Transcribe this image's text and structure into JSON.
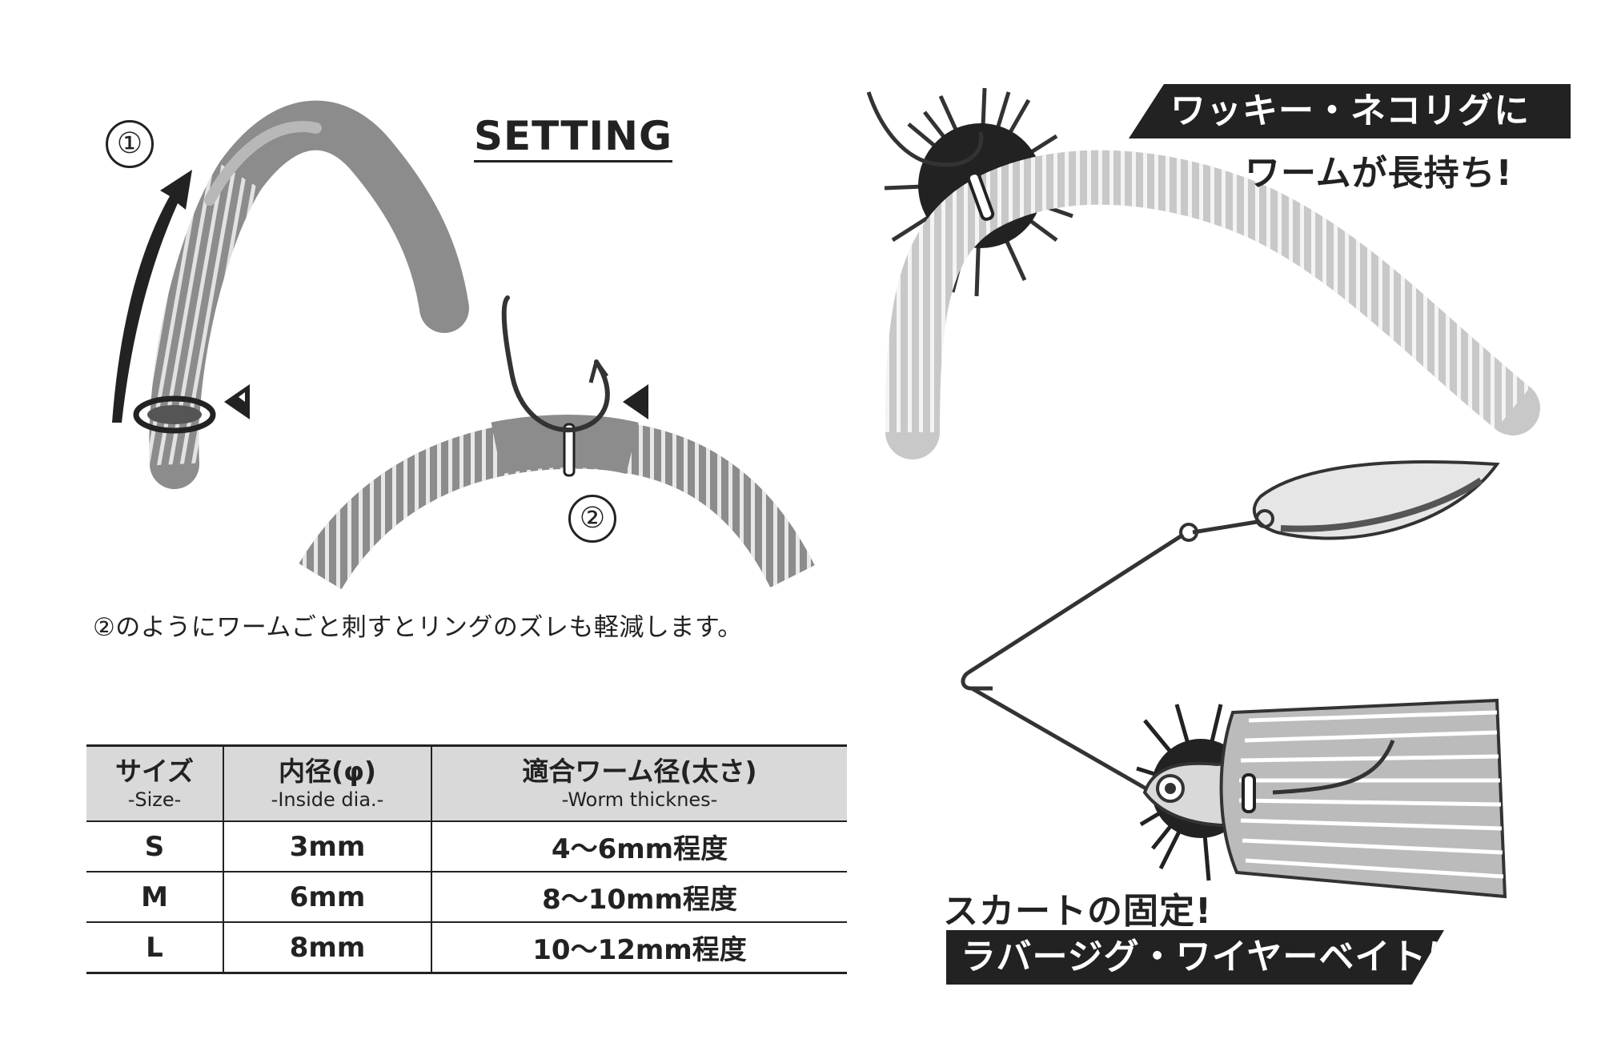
{
  "setting": {
    "title": "SETTING",
    "step1": "①",
    "step2": "②",
    "note": "②のようにワームごと刺すとリングのズレも軽減します。"
  },
  "table": {
    "headers": [
      {
        "jp": "サイズ",
        "en": "-Size-"
      },
      {
        "jp": "内径(φ)",
        "en": "-Inside dia.-"
      },
      {
        "jp": "適合ワーム径(太さ)",
        "en": "-Worm thicknes-"
      }
    ],
    "rows": [
      [
        "S",
        "3mm",
        "4～6mm程度"
      ],
      [
        "M",
        "6mm",
        "8～10mm程度"
      ],
      [
        "L",
        "8mm",
        "10～12mm程度"
      ]
    ]
  },
  "wacky": {
    "banner": "ワッキー・ネコリグに",
    "sub": "ワームが長持ち!"
  },
  "jig": {
    "sub": "スカートの固定!",
    "banner": "ラバージグ・ワイヤーベイトに"
  },
  "colors": {
    "dark": "#222222",
    "worm_gray": "#8c8c8c",
    "worm_light": "#c8c8c8",
    "table_header": "#d9d9d9"
  }
}
